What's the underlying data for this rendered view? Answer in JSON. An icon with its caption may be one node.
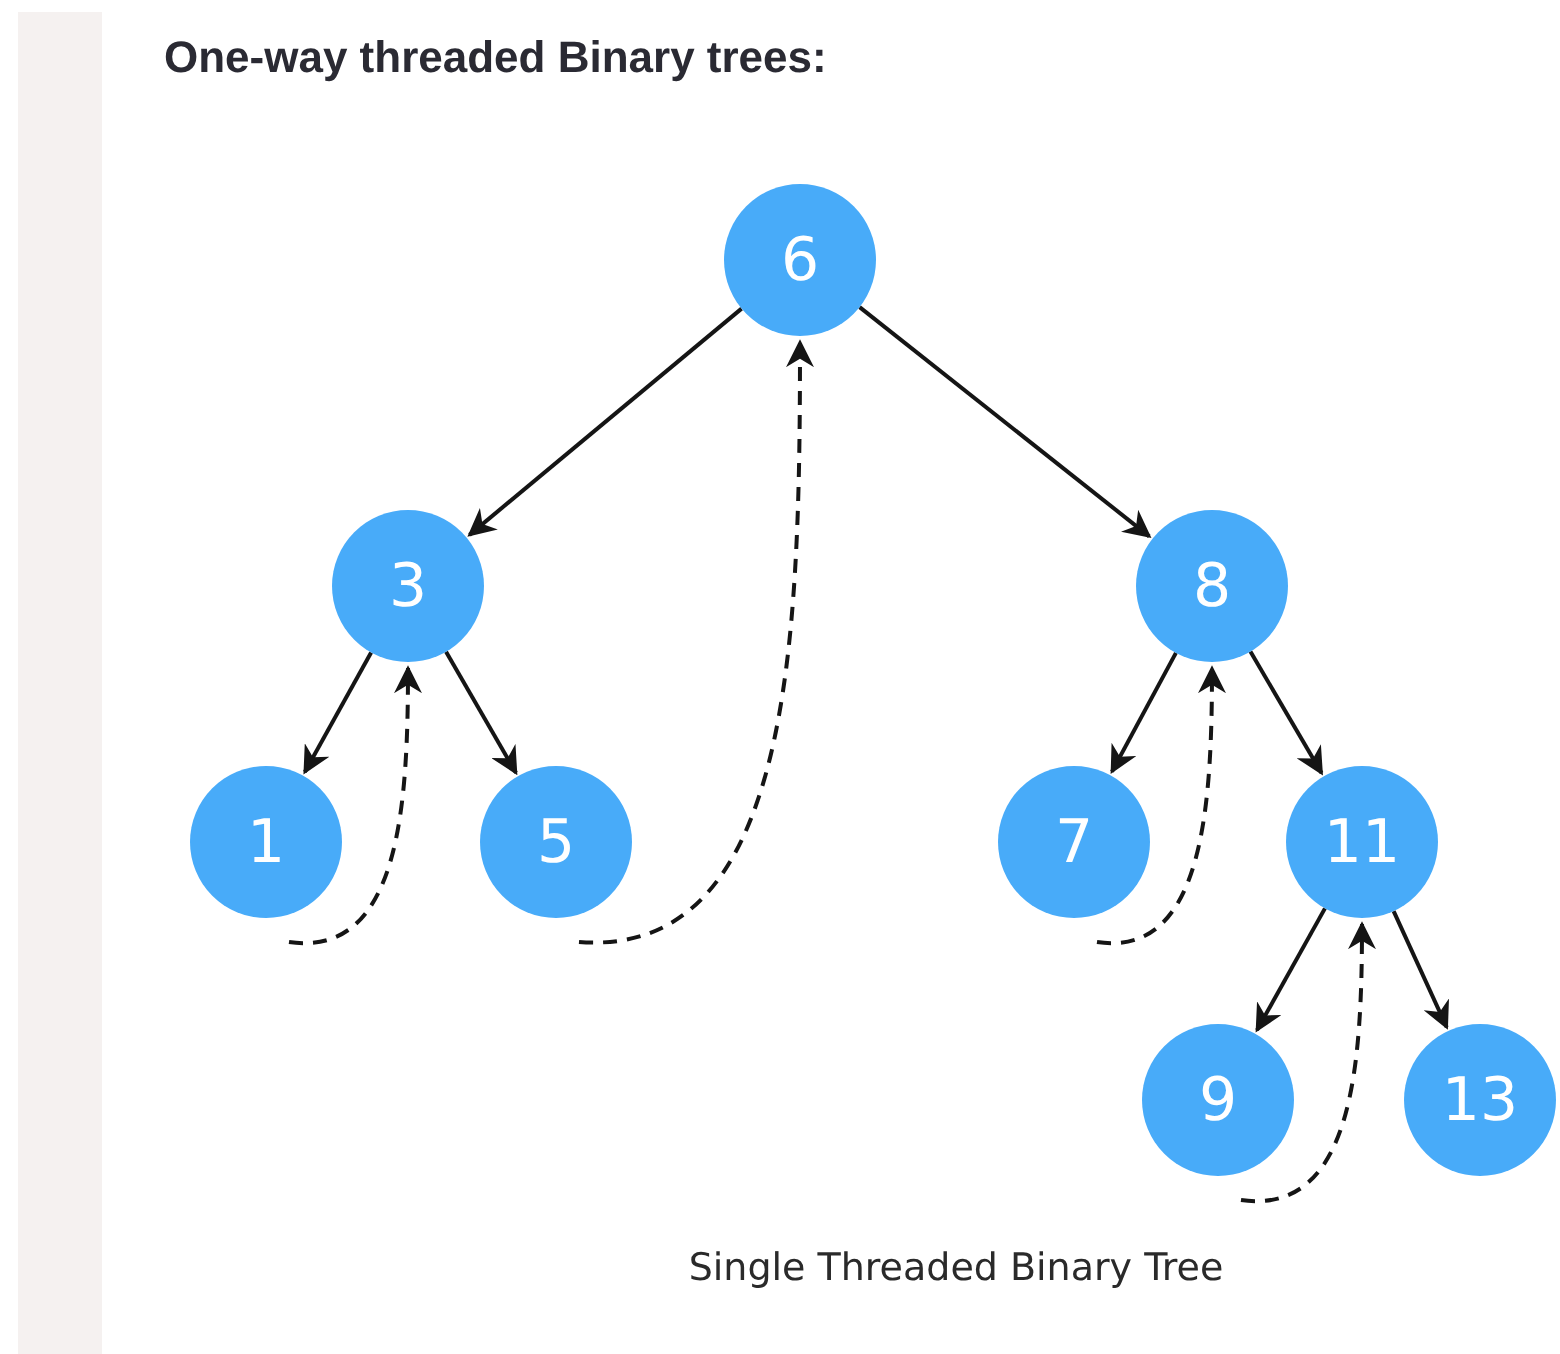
{
  "diagram": {
    "title": "One-way threaded Binary trees:",
    "nodes": [
      {
        "text": [
          "6"
        ]
      },
      {
        "text": [
          "3"
        ]
      },
      {
        "text": [
          "8"
        ]
      },
      {
        "text": [
          "1"
        ]
      },
      {
        "text": [
          "5"
        ]
      },
      {
        "text": [
          "7"
        ]
      },
      {
        "text": [
          "11"
        ]
      },
      {
        "text": [
          "9"
        ]
      },
      {
        "text": [
          "13"
        ]
      }
    ],
    "edges": [
      {
        "from": 0,
        "to": 1,
        "arrow": "to"
      },
      {
        "from": 0,
        "to": 2,
        "arrow": "to"
      },
      {
        "from": 1,
        "to": 3,
        "arrow": "to"
      },
      {
        "from": 1,
        "to": 4,
        "arrow": "to"
      },
      {
        "from": 2,
        "to": 5,
        "arrow": "to"
      },
      {
        "from": 2,
        "to": 6,
        "arrow": "to"
      },
      {
        "from": 6,
        "to": 7,
        "arrow": "to"
      },
      {
        "from": 6,
        "to": 8,
        "arrow": "to"
      },
      {
        "from": 3,
        "to": 1,
        "arrow": "to",
        "style": "dashed"
      },
      {
        "from": 4,
        "to": 0,
        "arrow": "to",
        "style": "dashed"
      },
      {
        "from": 5,
        "to": 2,
        "arrow": "to",
        "style": "dashed"
      },
      {
        "from": 7,
        "to": 6,
        "arrow": "to",
        "style": "dashed"
      }
    ],
    "caption": "Single Threaded Binary Tree"
  }
}
